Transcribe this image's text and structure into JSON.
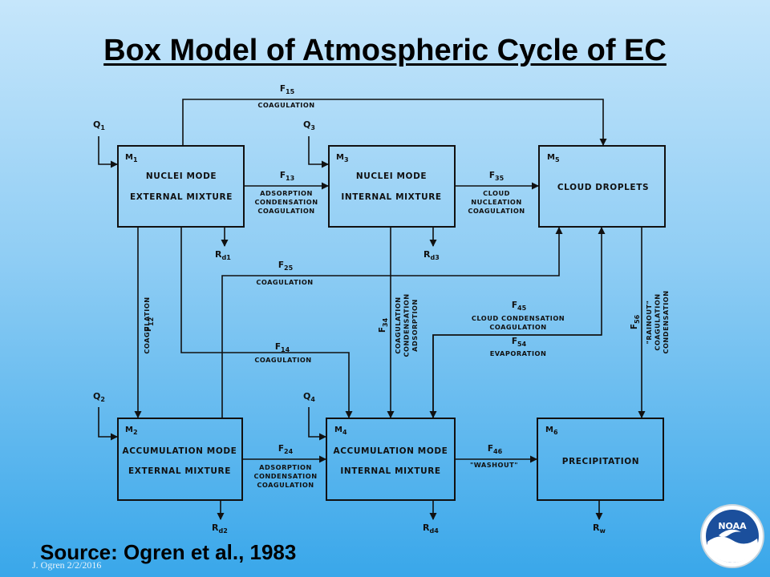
{
  "title": "Box Model of  Atmospheric Cycle of EC",
  "boxes": {
    "m1": {
      "id": "M",
      "sub": "1",
      "line1": "NUCLEI MODE",
      "line2": "EXTERNAL MIXTURE"
    },
    "m3": {
      "id": "M",
      "sub": "3",
      "line1": "NUCLEI MODE",
      "line2": "INTERNAL MIXTURE"
    },
    "m5": {
      "id": "M",
      "sub": "5",
      "line1": "CLOUD DROPLETS"
    },
    "m2": {
      "id": "M",
      "sub": "2",
      "line1": "ACCUMULATION MODE",
      "line2": "EXTERNAL MIXTURE"
    },
    "m4": {
      "id": "M",
      "sub": "4",
      "line1": "ACCUMULATION MODE",
      "line2": "INTERNAL MIXTURE"
    },
    "m6": {
      "id": "M",
      "sub": "6",
      "line1": "PRECIPITATION"
    }
  },
  "sources": {
    "q1": {
      "sym": "Q",
      "sub": "1"
    },
    "q3": {
      "sym": "Q",
      "sub": "3"
    },
    "q2": {
      "sym": "Q",
      "sub": "2"
    },
    "q4": {
      "sym": "Q",
      "sub": "4"
    }
  },
  "removals": {
    "rd1": {
      "sym": "R",
      "sub": "d1"
    },
    "rd3": {
      "sym": "R",
      "sub": "d3"
    },
    "rd2": {
      "sym": "R",
      "sub": "d2"
    },
    "rd4": {
      "sym": "R",
      "sub": "d4"
    },
    "rw": {
      "sym": "R",
      "sub": "w"
    }
  },
  "fluxes": {
    "f15": {
      "sym": "F",
      "sub": "15",
      "process": [
        "COAGULATION"
      ]
    },
    "f13": {
      "sym": "F",
      "sub": "13",
      "process": [
        "ADSORPTION",
        "CONDENSATION",
        "COAGULATION"
      ]
    },
    "f35": {
      "sym": "F",
      "sub": "35",
      "process": [
        "CLOUD",
        "NUCLEATION",
        "COAGULATION"
      ]
    },
    "f25": {
      "sym": "F",
      "sub": "25",
      "process": [
        "COAGULATION"
      ]
    },
    "f12": {
      "sym": "F",
      "sub": "12",
      "process": [
        "COAGULATION"
      ]
    },
    "f34": {
      "sym": "F",
      "sub": "34",
      "process": [
        "COAGULATION",
        "CONDENSATION",
        "ADSORPTION"
      ]
    },
    "f45": {
      "sym": "F",
      "sub": "45",
      "process": [
        "CLOUD CONDENSATION",
        "COAGULATION"
      ]
    },
    "f54": {
      "sym": "F",
      "sub": "54",
      "process": [
        "EVAPORATION"
      ]
    },
    "f56": {
      "sym": "F",
      "sub": "56",
      "process": [
        "\"RAINOUT\"",
        "COAGULATION",
        "CONDENSATION"
      ]
    },
    "f14": {
      "sym": "F",
      "sub": "14",
      "process": [
        "COAGULATION"
      ]
    },
    "f24": {
      "sym": "F",
      "sub": "24",
      "process": [
        "ADSORPTION",
        "CONDENSATION",
        "COAGULATION"
      ]
    },
    "f46": {
      "sym": "F",
      "sub": "46",
      "process": [
        "\"WASHOUT\""
      ]
    }
  },
  "source_citation": "Source:  Ogren et al., 1983",
  "credit": "J. Ogren  2/2/2016",
  "logo_text": "NOAA"
}
